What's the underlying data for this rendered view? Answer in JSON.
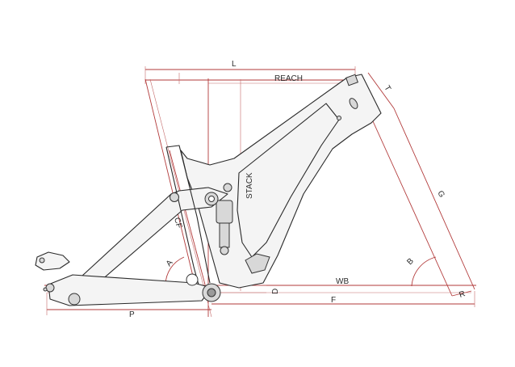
{
  "labels": {
    "l": "L",
    "reach": "REACH",
    "stack": "STACK",
    "t": "T",
    "g": "G",
    "b": "B",
    "r": "R",
    "wb": "WB",
    "d": "D",
    "f": "F",
    "p": "P",
    "a": "A",
    "cf": "CF"
  },
  "colors": {
    "dimension_line": "#b23a3a",
    "frame_outline": "#2a2a2a"
  }
}
